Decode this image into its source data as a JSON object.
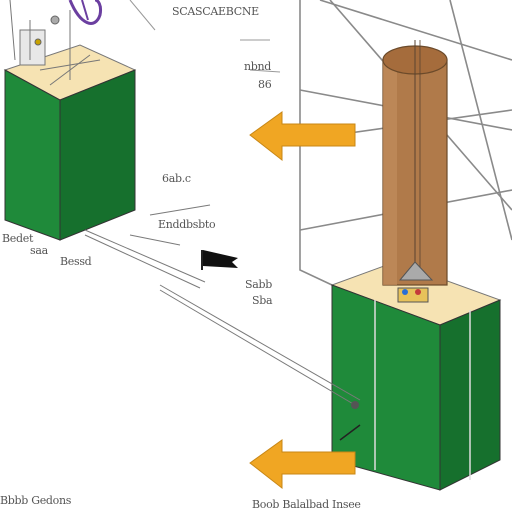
{
  "colors": {
    "box_green": "#1f8a3a",
    "box_green_dark": "#16702d",
    "box_top": "#f6e3b3",
    "cylinder": "#b07a4a",
    "cylinder_dark": "#8a5a33",
    "arrow": "#f0a623",
    "line": "#6f6f6f",
    "frame": "#8a8a8a",
    "wire_purple": "#6b3fa0"
  },
  "labels": {
    "top_center": "SCASCAEBCNE",
    "right_upper": "nbnd",
    "right_upper2": "86",
    "left_mid": "6ab.c",
    "mid_center": "Enddbsbto",
    "left_box": "Bedet",
    "left_box2": "saa",
    "left_lower": "Bessd",
    "mid_lower": "Sabb",
    "mid_lower2": "Sba",
    "bottom_left": "Bbbb Gedons",
    "bottom_right": "Boob Balalbad Insee"
  },
  "icons": {
    "arrow_upper": "arrow-left-icon",
    "arrow_lower": "arrow-left-icon",
    "flag": "flag-icon"
  }
}
